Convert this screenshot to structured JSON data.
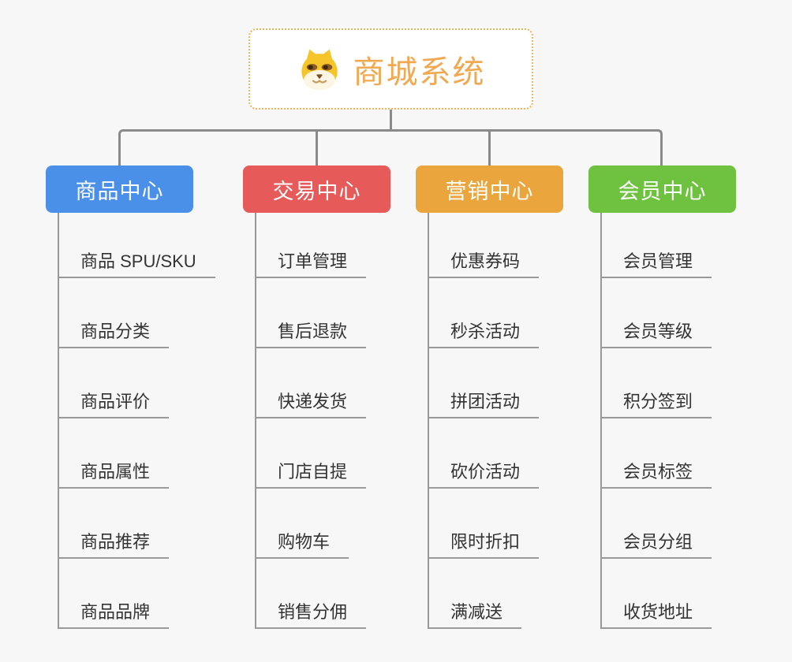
{
  "root": {
    "title": "商城系统",
    "icon": "shiba-dog-icon"
  },
  "branches": [
    {
      "label": "商品中心",
      "color": "#4a90e8",
      "children": [
        "商品 SPU/SKU",
        "商品分类",
        "商品评价",
        "商品属性",
        "商品推荐",
        "商品品牌"
      ]
    },
    {
      "label": "交易中心",
      "color": "#e65a5a",
      "children": [
        "订单管理",
        "售后退款",
        "快递发货",
        "门店自提",
        "购物车",
        "销售分佣"
      ]
    },
    {
      "label": "营销中心",
      "color": "#eaa63d",
      "children": [
        "优惠券码",
        "秒杀活动",
        "拼团活动",
        "砍价活动",
        "限时折扣",
        "满减送"
      ]
    },
    {
      "label": "会员中心",
      "color": "#6ec23f",
      "children": [
        "会员管理",
        "会员等级",
        "积分签到",
        "会员标签",
        "会员分组",
        "收货地址"
      ]
    }
  ],
  "colors": {
    "background": "#f7f7f7",
    "connector": "#8a8a8a",
    "leaf_line": "#999999",
    "root_text": "#f0a851",
    "root_border": "#f2b257",
    "leaf_text": "#333333"
  }
}
